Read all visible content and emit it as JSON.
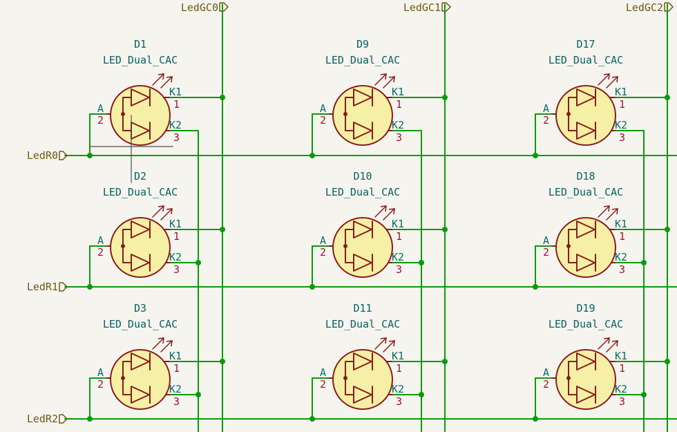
{
  "colors": {
    "background": "#f5f4ef",
    "wire": "#0b9a0b",
    "junction": "#0b9a0b",
    "component_body": "#f5f0a6",
    "component_outline": "#8b1a1a",
    "pin_number": "#a0113a",
    "pin_name": "#0a6a6a",
    "reference": "#0a5f5f",
    "net_label": "#6e5a10",
    "stray_line": "#4d4d4d"
  },
  "column_labels": [
    "LedGC0",
    "LedGC1",
    "LedGC2"
  ],
  "row_labels": [
    "LedR0",
    "LedR1",
    "LedR2"
  ],
  "component_value": "LED_Dual_CAC",
  "pins": {
    "anode_name": "A",
    "anode_number": "2",
    "k1_name": "K1",
    "k1_number": "1",
    "k2_name": "K2",
    "k2_number": "3"
  },
  "grid": [
    [
      "D1",
      "D9",
      "D17"
    ],
    [
      "D2",
      "D10",
      "D18"
    ],
    [
      "D3",
      "D11",
      "D19"
    ]
  ]
}
